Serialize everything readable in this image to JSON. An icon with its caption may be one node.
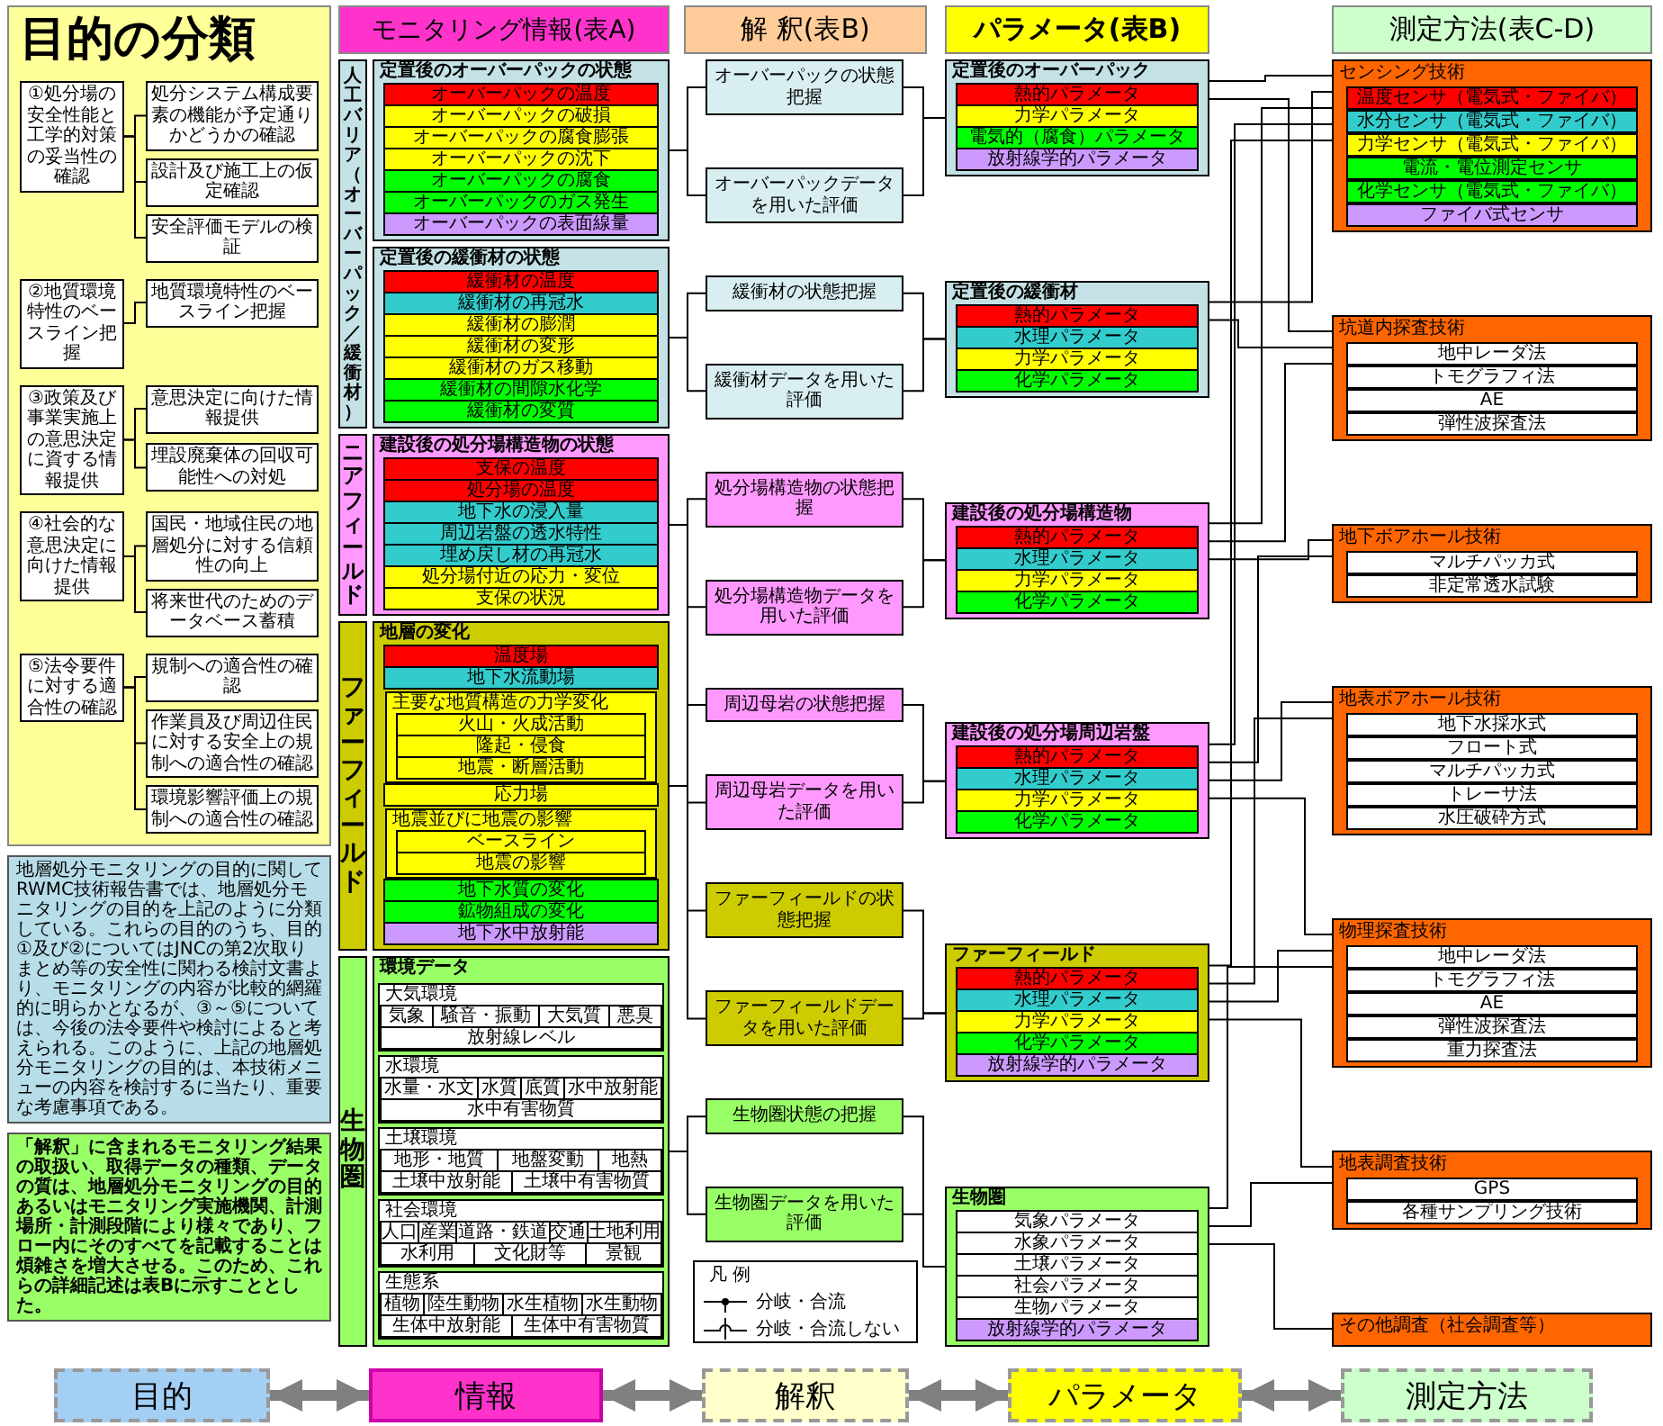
{
  "diagram": {
    "nodes": [
      {
        "text": [
          "目的の分類"
        ]
      },
      {
        "text": [
          "①処分場の安全性能と工学的対策の妥当性の確認"
        ],
        "in": 0
      },
      {
        "text": [
          "処分システム構成要素の機能が予定通りかどうかの確認"
        ],
        "in": 0
      },
      {
        "text": [
          "設計及び施工上の仮定確認"
        ],
        "in": 0
      },
      {
        "text": [
          "安全評価モデルの検証"
        ],
        "in": 0
      },
      {
        "text": [
          "②地質環境特性のベースライン把握"
        ],
        "in": 0
      },
      {
        "text": [
          "地質環境特性のベースライン把握"
        ],
        "in": 0
      },
      {
        "text": [
          "③政策及び事業実施上の意思決定に資する情報提供"
        ],
        "in": 0
      },
      {
        "text": [
          "意思決定に向けた情報提供"
        ],
        "in": 0
      },
      {
        "text": [
          "埋設廃棄体の回収可能性への対処"
        ],
        "in": 0
      },
      {
        "text": [
          "④社会的な意思決定に向けた情報提供"
        ],
        "in": 0
      },
      {
        "text": [
          "国民・地域住民の地層処分に対する信頼性の向上"
        ],
        "in": 0
      },
      {
        "text": [
          "将来世代のためのデータベース蓄積"
        ],
        "in": 0
      },
      {
        "text": [
          "⑤法令要件に対する適合性の確認"
        ],
        "in": 0
      },
      {
        "text": [
          "規制への適合性の確認"
        ],
        "in": 0
      },
      {
        "text": [
          "作業員及び周辺住民に対する安全上の規制への適合性の確認"
        ],
        "in": 0
      },
      {
        "text": [
          "環境影響評価上の規制への適合性の確認"
        ],
        "in": 0
      },
      {
        "text": [
          "地層処分モニタリングの目的に関してRWMC技術報告書では、地層処分モニタリングの目的を上記のように分類している。これらの目的のうち、目的①及び②についてはJNCの第2次取りまとめ等の安全性に関わる検討文書より、モニタリングの内容が比較的網羅的に明らかとなるが、③～⑤については、今後の法令要件や検討によると考えられる。このように、上記の地層処分モニタリングの目的は、本技術メニューの内容を検討するに当たり、重要な考慮事項である。"
        ]
      },
      {
        "text": [
          "「解釈」に含まれるモニタリング結果の取扱い、取得データの種類、データの質は、地層処分モニタリングの目的あるいはモニタリング実施機関、計測場所・計測段階により様々であり、フロー内にそのすべてを記載することは煩雑さを増大させる。このため、これらの詳細記述は表Bに示すこととした。"
        ]
      },
      {
        "text": [
          "モニタリング情報(表A)"
        ]
      },
      {
        "text": [
          "解 釈(表B)"
        ]
      },
      {
        "text": [
          "パラメータ(表B)"
        ]
      },
      {
        "text": [
          "測定方法(表C-D)"
        ]
      },
      {
        "text": [
          "人工バリア（オーバーパック／緩衝材）"
        ]
      },
      {
        "text": [
          "定置後のオーバーパックの状態"
        ]
      },
      {
        "text": [
          "オーバーパックの温度"
        ],
        "in": 24
      },
      {
        "text": [
          "オーバーパックの破損"
        ],
        "in": 24
      },
      {
        "text": [
          "オーバーパックの腐食膨張"
        ],
        "in": 24
      },
      {
        "text": [
          "オーバーパックの沈下"
        ],
        "in": 24
      },
      {
        "text": [
          "オーバーパックの腐食"
        ],
        "in": 24
      },
      {
        "text": [
          "オーバーパックのガス発生"
        ],
        "in": 24
      },
      {
        "text": [
          "オーバーパックの表面線量"
        ],
        "in": 24
      },
      {
        "text": [
          "定置後の緩衝材の状態"
        ]
      },
      {
        "text": [
          "緩衝材の温度"
        ],
        "in": 32
      },
      {
        "text": [
          "緩衝材の再冠水"
        ],
        "in": 32
      },
      {
        "text": [
          "緩衝材の膨潤"
        ],
        "in": 32
      },
      {
        "text": [
          "緩衝材の変形"
        ],
        "in": 32
      },
      {
        "text": [
          "緩衝材のガス移動"
        ],
        "in": 32
      },
      {
        "text": [
          "緩衝材の間隙水化学"
        ],
        "in": 32
      },
      {
        "text": [
          "緩衝材の変質"
        ],
        "in": 32
      },
      {
        "text": [
          "ニアフィールド"
        ]
      },
      {
        "text": [
          "建設後の処分場構造物の状態"
        ]
      },
      {
        "text": [
          "支保の温度"
        ],
        "in": 41
      },
      {
        "text": [
          "処分場の温度"
        ],
        "in": 41
      },
      {
        "text": [
          "地下水の浸入量"
        ],
        "in": 41
      },
      {
        "text": [
          "周辺岩盤の透水特性"
        ],
        "in": 41
      },
      {
        "text": [
          "埋め戻し材の再冠水"
        ],
        "in": 41
      },
      {
        "text": [
          "処分場付近の応力・変位"
        ],
        "in": 41
      },
      {
        "text": [
          "支保の状況"
        ],
        "in": 41
      },
      {
        "text": [
          "ファーフィールド"
        ]
      },
      {
        "text": [
          "地層の変化"
        ]
      },
      {
        "text": [
          "温度場"
        ],
        "in": 50
      },
      {
        "text": [
          "地下水流動場"
        ],
        "in": 50
      },
      {
        "text": [
          "主要な地質構造の力学変化"
        ],
        "in": 50
      },
      {
        "text": [
          "火山・火成活動"
        ],
        "in": 53
      },
      {
        "text": [
          "隆起・侵食"
        ],
        "in": 53
      },
      {
        "text": [
          "地震・断層活動"
        ],
        "in": 53
      },
      {
        "text": [
          "応力場"
        ],
        "in": 50
      },
      {
        "text": [
          "地震並びに地震の影響"
        ],
        "in": 50
      },
      {
        "text": [
          "ベースライン"
        ],
        "in": 58
      },
      {
        "text": [
          "地震の影響"
        ],
        "in": 58
      },
      {
        "text": [
          "地下水質の変化"
        ],
        "in": 50
      },
      {
        "text": [
          "鉱物組成の変化"
        ],
        "in": 50
      },
      {
        "text": [
          "地下水中放射能"
        ],
        "in": 50
      },
      {
        "text": [
          "生物圏"
        ]
      },
      {
        "text": [
          "環境データ"
        ]
      },
      {
        "text": [
          "大気環境"
        ],
        "in": 65
      },
      {
        "text": [
          "気象"
        ],
        "in": 66
      },
      {
        "text": [
          "騒音・振動"
        ],
        "in": 66
      },
      {
        "text": [
          "大気質"
        ],
        "in": 66
      },
      {
        "text": [
          "悪臭"
        ],
        "in": 66
      },
      {
        "text": [
          "放射線レベル"
        ],
        "in": 66
      },
      {
        "text": [
          "水環境"
        ],
        "in": 65
      },
      {
        "text": [
          "水量・水文"
        ],
        "in": 72
      },
      {
        "text": [
          "水質"
        ],
        "in": 72
      },
      {
        "text": [
          "底質"
        ],
        "in": 72
      },
      {
        "text": [
          "水中放射能"
        ],
        "in": 72
      },
      {
        "text": [
          "水中有害物質"
        ],
        "in": 72
      },
      {
        "text": [
          "土壌環境"
        ],
        "in": 65
      },
      {
        "text": [
          "地形・地質"
        ],
        "in": 78
      },
      {
        "text": [
          "地盤変動"
        ],
        "in": 78
      },
      {
        "text": [
          "地熱"
        ],
        "in": 78
      },
      {
        "text": [
          "土壌中放射能"
        ],
        "in": 78
      },
      {
        "text": [
          "土壌中有害物質"
        ],
        "in": 78
      },
      {
        "text": [
          "社会環境"
        ],
        "in": 65
      },
      {
        "text": [
          "人口"
        ],
        "in": 84
      },
      {
        "text": [
          "産業"
        ],
        "in": 84
      },
      {
        "text": [
          "道路・鉄道"
        ],
        "in": 84
      },
      {
        "text": [
          "交通"
        ],
        "in": 84
      },
      {
        "text": [
          "土地利用"
        ],
        "in": 84
      },
      {
        "text": [
          "水利用"
        ],
        "in": 84
      },
      {
        "text": [
          "文化財等"
        ],
        "in": 84
      },
      {
        "text": [
          "景観"
        ],
        "in": 84
      },
      {
        "text": [
          "生態系"
        ],
        "in": 65
      },
      {
        "text": [
          "植物"
        ],
        "in": 93
      },
      {
        "text": [
          "陸生動物"
        ],
        "in": 93
      },
      {
        "text": [
          "水生植物"
        ],
        "in": 93
      },
      {
        "text": [
          "水生動物"
        ],
        "in": 93
      },
      {
        "text": [
          "生体中放射能"
        ],
        "in": 93
      },
      {
        "text": [
          "生体中有害物質"
        ],
        "in": 93
      },
      {
        "text": [
          "オーバーパックの状態把握"
        ]
      },
      {
        "text": [
          "オーバーパックデータを用いた評価"
        ]
      },
      {
        "text": [
          "緩衝材の状態把握"
        ]
      },
      {
        "text": [
          "緩衝材データを用いた評価"
        ]
      },
      {
        "text": [
          "処分場構造物の状態把握"
        ]
      },
      {
        "text": [
          "処分場構造物データを用いた評価"
        ]
      },
      {
        "text": [
          "周辺母岩の状態把握"
        ]
      },
      {
        "text": [
          "周辺母岩データを用いた評価"
        ]
      },
      {
        "text": [
          "ファーフィールドの状態把握"
        ]
      },
      {
        "text": [
          "ファーフィールドデータを用いた評価"
        ]
      },
      {
        "text": [
          "生物圏状態の把握"
        ]
      },
      {
        "text": [
          "生物圏データを用いた評価"
        ]
      },
      {
        "text": [
          "定置後のオーバーパック"
        ]
      },
      {
        "text": [
          "熱的パラメータ"
        ],
        "in": 112
      },
      {
        "text": [
          "力学パラメータ"
        ],
        "in": 112
      },
      {
        "text": [
          "電気的（腐食）パラメータ"
        ],
        "in": 112
      },
      {
        "text": [
          "放射線学的パラメータ"
        ],
        "in": 112
      },
      {
        "text": [
          "定置後の緩衝材"
        ]
      },
      {
        "text": [
          "熱的パラメータ"
        ],
        "in": 117
      },
      {
        "text": [
          "水理パラメータ"
        ],
        "in": 117
      },
      {
        "text": [
          "力学パラメータ"
        ],
        "in": 117
      },
      {
        "text": [
          "化学パラメータ"
        ],
        "in": 117
      },
      {
        "text": [
          "建設後の処分場構造物"
        ]
      },
      {
        "text": [
          "熱的パラメータ"
        ],
        "in": 122
      },
      {
        "text": [
          "水理パラメータ"
        ],
        "in": 122
      },
      {
        "text": [
          "力学パラメータ"
        ],
        "in": 122
      },
      {
        "text": [
          "化学パラメータ"
        ],
        "in": 122
      },
      {
        "text": [
          "建設後の処分場周辺岩盤"
        ]
      },
      {
        "text": [
          "熱的パラメータ"
        ],
        "in": 127
      },
      {
        "text": [
          "水理パラメータ"
        ],
        "in": 127
      },
      {
        "text": [
          "力学パラメータ"
        ],
        "in": 127
      },
      {
        "text": [
          "化学パラメータ"
        ],
        "in": 127
      },
      {
        "text": [
          "ファーフィールド"
        ]
      },
      {
        "text": [
          "熱的パラメータ"
        ],
        "in": 132
      },
      {
        "text": [
          "水理パラメータ"
        ],
        "in": 132
      },
      {
        "text": [
          "力学パラメータ"
        ],
        "in": 132
      },
      {
        "text": [
          "化学パラメータ"
        ],
        "in": 132
      },
      {
        "text": [
          "放射線学的パラメータ"
        ],
        "in": 132
      },
      {
        "text": [
          "生物圏"
        ]
      },
      {
        "text": [
          "気象パラメータ"
        ],
        "in": 138
      },
      {
        "text": [
          "水象パラメータ"
        ],
        "in": 138
      },
      {
        "text": [
          "土壌パラメータ"
        ],
        "in": 138
      },
      {
        "text": [
          "社会パラメータ"
        ],
        "in": 138
      },
      {
        "text": [
          "生物パラメータ"
        ],
        "in": 138
      },
      {
        "text": [
          "放射線学的パラメータ"
        ],
        "in": 138
      },
      {
        "text": [
          "センシング技術"
        ]
      },
      {
        "text": [
          "温度センサ（電気式・ファイバ）"
        ],
        "in": 145
      },
      {
        "text": [
          "水分センサ（電気式・ファイバ）"
        ],
        "in": 145
      },
      {
        "text": [
          "力学センサ（電気式・ファイバ）"
        ],
        "in": 145
      },
      {
        "text": [
          "電流・電位測定センサ"
        ],
        "in": 145
      },
      {
        "text": [
          "化学センサ（電気式・ファイバ）"
        ],
        "in": 145
      },
      {
        "text": [
          "ファイバ式センサ"
        ],
        "in": 145
      },
      {
        "text": [
          "坑道内探査技術"
        ]
      },
      {
        "text": [
          "地中レーダ法"
        ],
        "in": 152
      },
      {
        "text": [
          "トモグラフィ法"
        ],
        "in": 152
      },
      {
        "text": [
          "AE"
        ],
        "in": 152
      },
      {
        "text": [
          "弾性波探査法"
        ],
        "in": 152
      },
      {
        "text": [
          "地下ボアホール技術"
        ]
      },
      {
        "text": [
          "マルチパッカ式"
        ],
        "in": 157
      },
      {
        "text": [
          "非定常透水試験"
        ],
        "in": 157
      },
      {
        "text": [
          "地表ボアホール技術"
        ]
      },
      {
        "text": [
          "地下水採水式"
        ],
        "in": 160
      },
      {
        "text": [
          "フロート式"
        ],
        "in": 160
      },
      {
        "text": [
          "マルチパッカ式"
        ],
        "in": 160
      },
      {
        "text": [
          "トレーサ法"
        ],
        "in": 160
      },
      {
        "text": [
          "水圧破砕方式"
        ],
        "in": 160
      },
      {
        "text": [
          "物理探査技術"
        ]
      },
      {
        "text": [
          "地中レーダ法"
        ],
        "in": 166
      },
      {
        "text": [
          "トモグラフィ法"
        ],
        "in": 166
      },
      {
        "text": [
          "AE"
        ],
        "in": 166
      },
      {
        "text": [
          "弾性波探査法"
        ],
        "in": 166
      },
      {
        "text": [
          "重力探査法"
        ],
        "in": 166
      },
      {
        "text": [
          "地表調査技術"
        ]
      },
      {
        "text": [
          "GPS"
        ],
        "in": 172
      },
      {
        "text": [
          "各種サンプリング技術"
        ],
        "in": 172
      },
      {
        "text": [
          "その他調査（社会調査等）"
        ]
      },
      {
        "text": [
          "目的"
        ]
      },
      {
        "text": [
          "情報"
        ]
      },
      {
        "text": [
          "解釈"
        ]
      },
      {
        "text": [
          "パラメータ"
        ]
      },
      {
        "text": [
          "測定方法"
        ]
      }
    ],
    "edges": [
      {
        "from": 1,
        "to": 2,
        "arrow": "none"
      },
      {
        "from": 1,
        "to": 3,
        "arrow": "none"
      },
      {
        "from": 1,
        "to": 4,
        "arrow": "none"
      },
      {
        "from": 5,
        "to": 6,
        "arrow": "none"
      },
      {
        "from": 7,
        "to": 8,
        "arrow": "none"
      },
      {
        "from": 7,
        "to": 9,
        "arrow": "none"
      },
      {
        "from": 10,
        "to": 11,
        "arrow": "none"
      },
      {
        "from": 10,
        "to": 12,
        "arrow": "none"
      },
      {
        "from": 13,
        "to": 14,
        "arrow": "none"
      },
      {
        "from": 13,
        "to": 15,
        "arrow": "none"
      },
      {
        "from": 13,
        "to": 16,
        "arrow": "none"
      },
      {
        "from": 24,
        "to": 100,
        "arrow": "none"
      },
      {
        "from": 24,
        "to": 101,
        "arrow": "none"
      },
      {
        "from": 32,
        "to": 102,
        "arrow": "none"
      },
      {
        "from": 32,
        "to": 103,
        "arrow": "none"
      },
      {
        "from": 41,
        "to": 104,
        "arrow": "none"
      },
      {
        "from": 41,
        "to": 105,
        "arrow": "none"
      },
      {
        "from": 41,
        "to": 106,
        "arrow": "none"
      },
      {
        "from": 41,
        "to": 107,
        "arrow": "none"
      },
      {
        "from": 50,
        "to": 108,
        "arrow": "none"
      },
      {
        "from": 50,
        "to": 109,
        "arrow": "none"
      },
      {
        "from": 65,
        "to": 110,
        "arrow": "none"
      },
      {
        "from": 65,
        "to": 111,
        "arrow": "none"
      },
      {
        "from": 100,
        "to": 112,
        "arrow": "none"
      },
      {
        "from": 101,
        "to": 112,
        "arrow": "none"
      },
      {
        "from": 102,
        "to": 117,
        "arrow": "none"
      },
      {
        "from": 103,
        "to": 117,
        "arrow": "none"
      },
      {
        "from": 104,
        "to": 122,
        "arrow": "none"
      },
      {
        "from": 105,
        "to": 122,
        "arrow": "none"
      },
      {
        "from": 106,
        "to": 127,
        "arrow": "none"
      },
      {
        "from": 107,
        "to": 127,
        "arrow": "none"
      },
      {
        "from": 108,
        "to": 132,
        "arrow": "none"
      },
      {
        "from": 109,
        "to": 132,
        "arrow": "none"
      },
      {
        "from": 110,
        "to": 138,
        "arrow": "none"
      },
      {
        "from": 111,
        "to": 138,
        "arrow": "none"
      },
      {
        "from": 112,
        "to": 145,
        "arrow": "none"
      },
      {
        "from": 112,
        "to": 152,
        "arrow": "none"
      },
      {
        "from": 117,
        "to": 145,
        "arrow": "none"
      },
      {
        "from": 117,
        "to": 152,
        "arrow": "none"
      },
      {
        "from": 122,
        "to": 145,
        "arrow": "none"
      },
      {
        "from": 122,
        "to": 152,
        "arrow": "none"
      },
      {
        "from": 122,
        "to": 157,
        "arrow": "none"
      },
      {
        "from": 127,
        "to": 145,
        "arrow": "none"
      },
      {
        "from": 127,
        "to": 157,
        "arrow": "none"
      },
      {
        "from": 127,
        "to": 160,
        "arrow": "none"
      },
      {
        "from": 127,
        "to": 166,
        "arrow": "none"
      },
      {
        "from": 132,
        "to": 145,
        "arrow": "none"
      },
      {
        "from": 132,
        "to": 160,
        "arrow": "none"
      },
      {
        "from": 132,
        "to": 166,
        "arrow": "none"
      },
      {
        "from": 132,
        "to": 172,
        "arrow": "none"
      },
      {
        "from": 138,
        "to": 166,
        "arrow": "none"
      },
      {
        "from": 138,
        "to": 172,
        "arrow": "none"
      },
      {
        "from": 138,
        "to": 175,
        "arrow": "none"
      },
      {
        "from": 176,
        "to": 177,
        "arrow": "both",
        "style": "thick",
        "color": "#808080"
      },
      {
        "from": 177,
        "to": 178,
        "arrow": "both",
        "style": "thick",
        "color": "#808080"
      },
      {
        "from": 178,
        "to": 179,
        "arrow": "both",
        "style": "thick",
        "color": "#808080"
      },
      {
        "from": 179,
        "to": 180,
        "arrow": "both",
        "style": "thick",
        "color": "#808080"
      }
    ],
    "labels": [
      "凡 例"
    ],
    "legend": [
      {
        "text": "分岐・合流"
      },
      {
        "text": "分岐・合流しない"
      }
    ]
  }
}
